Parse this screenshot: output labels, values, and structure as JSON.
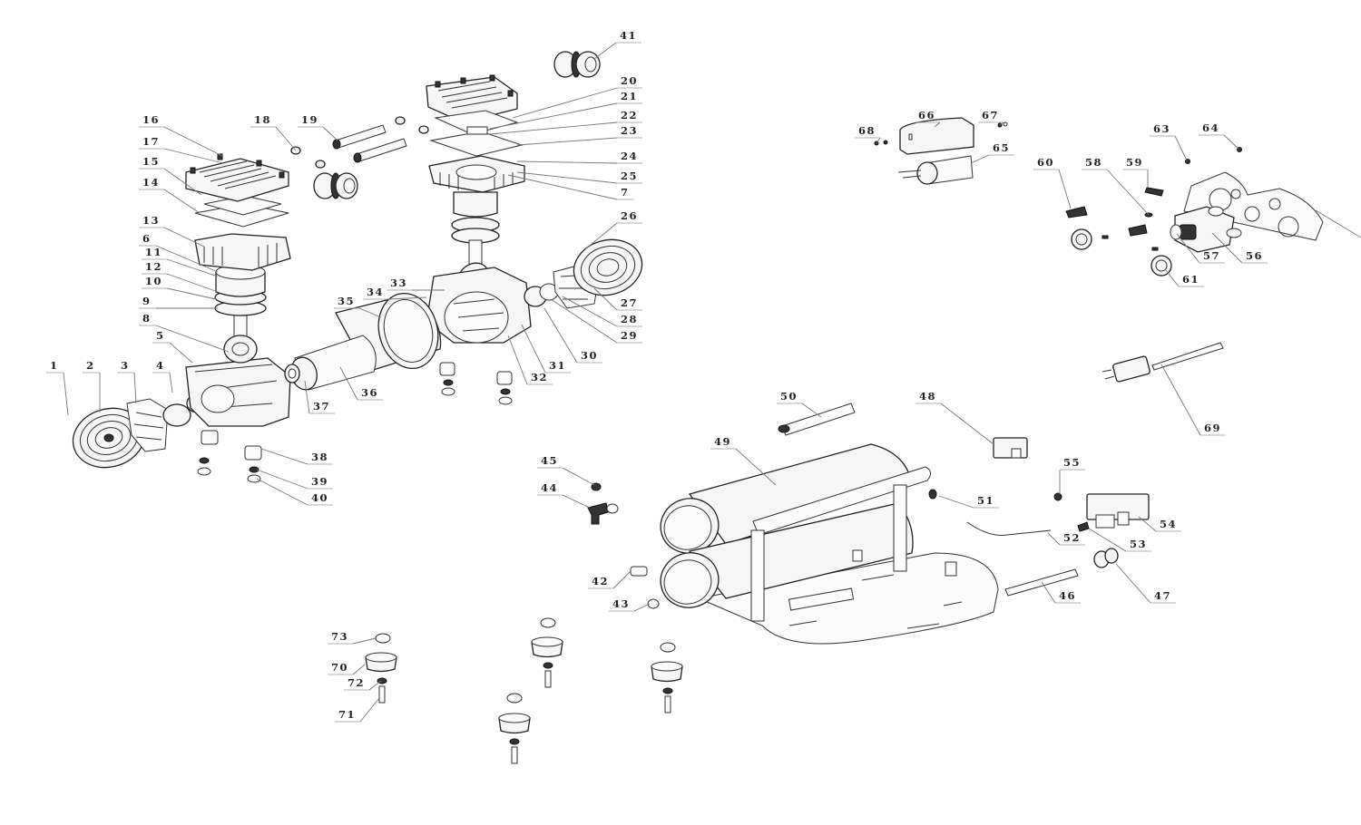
{
  "diagram": {
    "title": "Air compressor exploded parts diagram",
    "callouts": [
      {
        "id": "1",
        "label": "1"
      },
      {
        "id": "2",
        "label": "2"
      },
      {
        "id": "3",
        "label": "3"
      },
      {
        "id": "4",
        "label": "4"
      },
      {
        "id": "5",
        "label": "5"
      },
      {
        "id": "6",
        "label": "6"
      },
      {
        "id": "7",
        "label": "7"
      },
      {
        "id": "8",
        "label": "8"
      },
      {
        "id": "9",
        "label": "9"
      },
      {
        "id": "10",
        "label": "10"
      },
      {
        "id": "11",
        "label": "11"
      },
      {
        "id": "12",
        "label": "12"
      },
      {
        "id": "13",
        "label": "13"
      },
      {
        "id": "14",
        "label": "14"
      },
      {
        "id": "15",
        "label": "15"
      },
      {
        "id": "16",
        "label": "16"
      },
      {
        "id": "17",
        "label": "17"
      },
      {
        "id": "18",
        "label": "18"
      },
      {
        "id": "19",
        "label": "19"
      },
      {
        "id": "20",
        "label": "20"
      },
      {
        "id": "21",
        "label": "21"
      },
      {
        "id": "22",
        "label": "22"
      },
      {
        "id": "23",
        "label": "23"
      },
      {
        "id": "24",
        "label": "24"
      },
      {
        "id": "25",
        "label": "25"
      },
      {
        "id": "26",
        "label": "26"
      },
      {
        "id": "27",
        "label": "27"
      },
      {
        "id": "28",
        "label": "28"
      },
      {
        "id": "29",
        "label": "29"
      },
      {
        "id": "30",
        "label": "30"
      },
      {
        "id": "31",
        "label": "31"
      },
      {
        "id": "32",
        "label": "32"
      },
      {
        "id": "33",
        "label": "33"
      },
      {
        "id": "34",
        "label": "34"
      },
      {
        "id": "35",
        "label": "35"
      },
      {
        "id": "36",
        "label": "36"
      },
      {
        "id": "37",
        "label": "37"
      },
      {
        "id": "38",
        "label": "38"
      },
      {
        "id": "39",
        "label": "39"
      },
      {
        "id": "40",
        "label": "40"
      },
      {
        "id": "41",
        "label": "41"
      },
      {
        "id": "42",
        "label": "42"
      },
      {
        "id": "43",
        "label": "43"
      },
      {
        "id": "44",
        "label": "44"
      },
      {
        "id": "45",
        "label": "45"
      },
      {
        "id": "46",
        "label": "46"
      },
      {
        "id": "47",
        "label": "47"
      },
      {
        "id": "48",
        "label": "48"
      },
      {
        "id": "49",
        "label": "49"
      },
      {
        "id": "50",
        "label": "50"
      },
      {
        "id": "51",
        "label": "51"
      },
      {
        "id": "52",
        "label": "52"
      },
      {
        "id": "53",
        "label": "53"
      },
      {
        "id": "54",
        "label": "54"
      },
      {
        "id": "55",
        "label": "55"
      },
      {
        "id": "56",
        "label": "56"
      },
      {
        "id": "57",
        "label": "57"
      },
      {
        "id": "58",
        "label": "58"
      },
      {
        "id": "59",
        "label": "59"
      },
      {
        "id": "60",
        "label": "60"
      },
      {
        "id": "61",
        "label": "61"
      },
      {
        "id": "63",
        "label": "63"
      },
      {
        "id": "64",
        "label": "64"
      },
      {
        "id": "65",
        "label": "65"
      },
      {
        "id": "66",
        "label": "66"
      },
      {
        "id": "67",
        "label": "67"
      },
      {
        "id": "68",
        "label": "68"
      },
      {
        "id": "69",
        "label": "69"
      },
      {
        "id": "70",
        "label": "70"
      },
      {
        "id": "71",
        "label": "71"
      },
      {
        "id": "72",
        "label": "72"
      },
      {
        "id": "73",
        "label": "73"
      }
    ],
    "parts": [
      "fan-guard-left",
      "fan-left",
      "cylinder-head-left",
      "valve-plate-left",
      "cylinder-left",
      "piston-left",
      "connecting-rod-left",
      "crankcase",
      "motor-stator",
      "motor-rotor",
      "cylinder-head-right",
      "valve-plate-right",
      "cylinder-right",
      "piston-right",
      "fan-right",
      "fan-guard-right",
      "transfer-tubes",
      "intake-filter-left",
      "intake-filter-right",
      "rubber-feet",
      "twin-tanks",
      "roll-cage-frame",
      "base-plate",
      "pressure-switch",
      "check-valve",
      "unloader-tube",
      "discharge-tube",
      "manifold",
      "pressure-gauges",
      "regulator",
      "gauge-panel",
      "capacitor",
      "capacitor-cover",
      "power-cord",
      "drain-valve",
      "safety-valve",
      "isolator-feet"
    ]
  }
}
